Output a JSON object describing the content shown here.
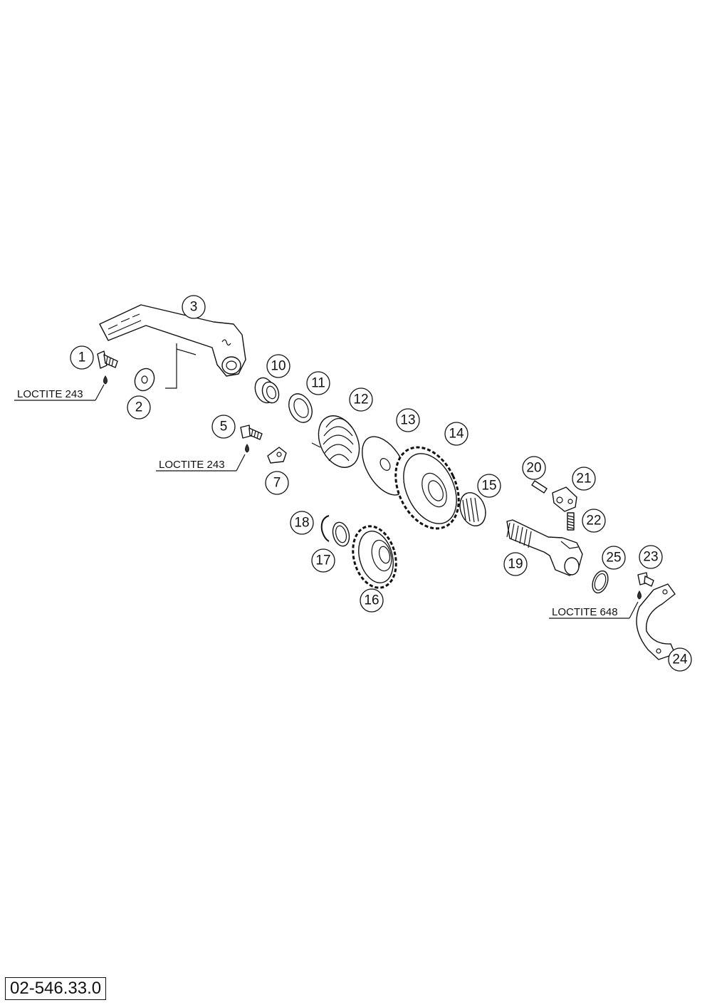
{
  "diagram": {
    "code": "02-546.33.0",
    "callouts": {
      "c1": "1",
      "c2": "2",
      "c3": "3",
      "c5": "5",
      "c7": "7",
      "c10": "10",
      "c11": "11",
      "c12": "12",
      "c13": "13",
      "c14": "14",
      "c15": "15",
      "c16": "16",
      "c17": "17",
      "c18": "18",
      "c19": "19",
      "c20": "20",
      "c21": "21",
      "c22": "22",
      "c23": "23",
      "c24": "24",
      "c25": "25"
    },
    "loctite": {
      "a": "LOCTITE 243",
      "b": "LOCTITE 243",
      "c": "LOCTITE 648"
    }
  }
}
